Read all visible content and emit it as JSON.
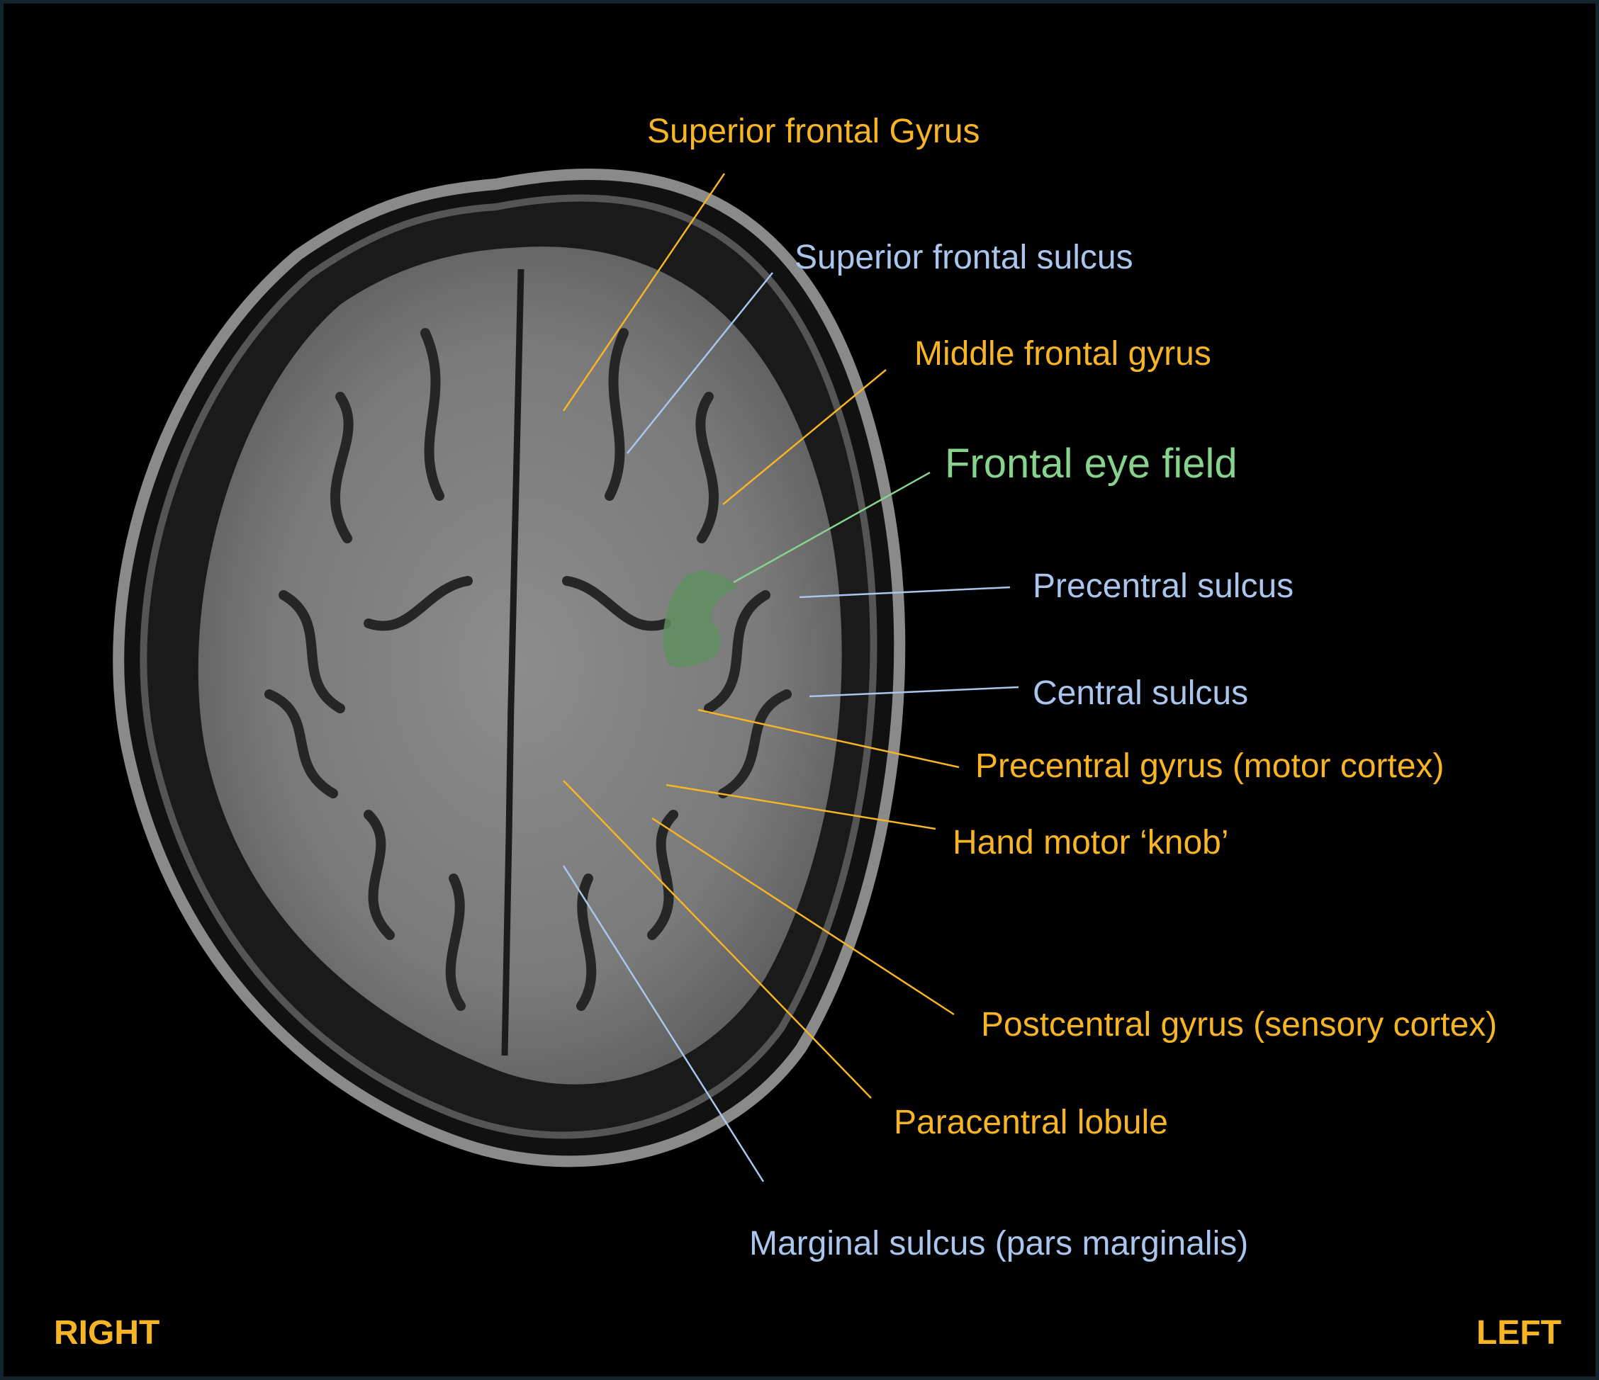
{
  "colors": {
    "gyrus": "#f7b526",
    "sulcus": "#aac6ee",
    "fef": "#87d38d",
    "fef_fill": "#5f8f62",
    "side": "#f7b526",
    "frame": "#14242e"
  },
  "orientation": {
    "right": "RIGHT",
    "left": "LEFT"
  },
  "labels": {
    "superior_frontal_gyrus": "Superior frontal Gyrus",
    "superior_frontal_sulcus": "Superior frontal sulcus",
    "middle_frontal_gyrus": "Middle frontal gyrus",
    "frontal_eye_field": "Frontal eye field",
    "precentral_sulcus": "Precentral sulcus",
    "central_sulcus": "Central sulcus",
    "precentral_gyrus": "Precentral gyrus (motor cortex)",
    "hand_motor_knob": "Hand motor ‘knob’",
    "postcentral_gyrus": "Postcentral gyrus (sensory cortex)",
    "paracentral_lobule": "Paracentral lobule",
    "marginal_sulcus": "Marginal sulcus (pars marginalis)"
  }
}
